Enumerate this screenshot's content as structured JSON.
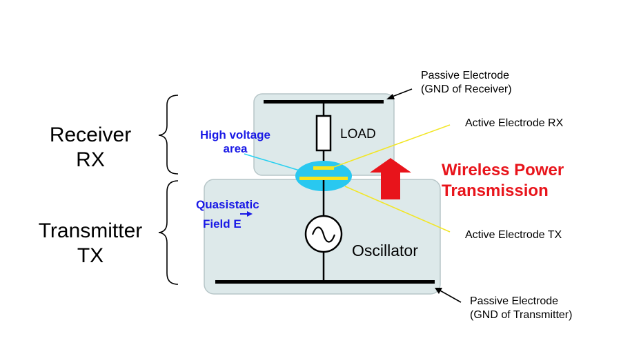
{
  "labels": {
    "receiver_line1": "Receiver",
    "receiver_line2": "RX",
    "transmitter_line1": "Transmitter",
    "transmitter_line2": "TX",
    "load": "LOAD",
    "oscillator": "Oscillator",
    "high_voltage_line1": "High voltage",
    "high_voltage_line2": "area",
    "quasistatic_line1": "Quasistatic",
    "quasistatic_line2": "Field E",
    "wireless_line1": "Wireless Power",
    "wireless_line2": "Transmission",
    "passive_rx_line1": "Passive Electrode",
    "passive_rx_line2": "(GND of Receiver)",
    "active_rx": "Active Electrode RX",
    "active_tx": "Active Electrode TX",
    "passive_tx_line1": "Passive Electrode",
    "passive_tx_line2": "(GND of Transmitter)"
  },
  "colors": {
    "box_fill": "#dde9ea",
    "box_stroke": "#b7c6c8",
    "high_voltage_fill": "#29c8f0",
    "electrode_active": "#f7e61e",
    "arrow_red": "#e8141b",
    "label_blue": "#1a1ae6",
    "pointer_yellow": "#f2e626",
    "pointer_cyan": "#28d0f0"
  }
}
